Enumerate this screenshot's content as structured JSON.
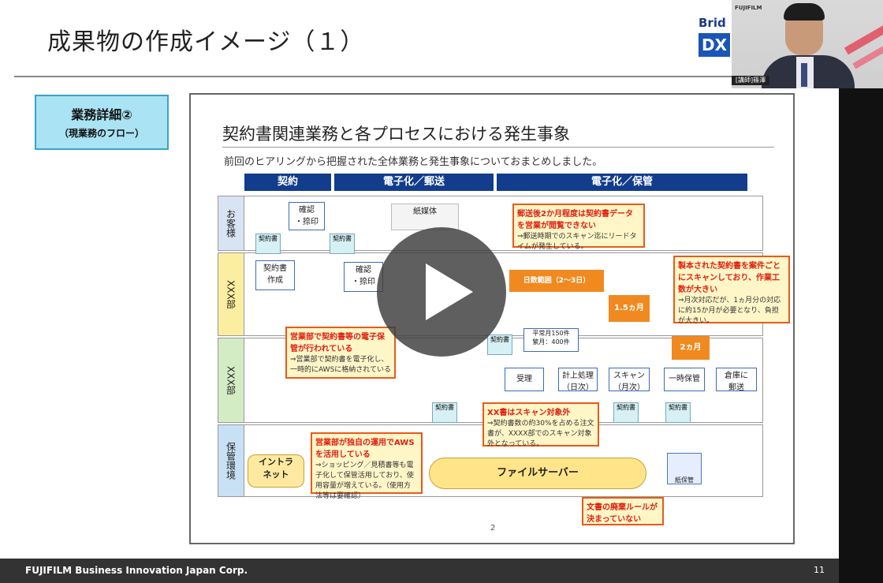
{
  "slide": {
    "title": "成果物の作成イメージ（１）",
    "badge_line1": "業務詳細②",
    "badge_line2": "（現業務のフロー）",
    "logo_brid": "Brid",
    "logo_dx": "DX",
    "footer_company": "FUJIFILM Business Innovation Japan Corp.",
    "footer_page": "11"
  },
  "webcam": {
    "nameplate": "[講師]篠澤",
    "brand": "FUJIFILM"
  },
  "inner_slide": {
    "title": "契約書関連業務と各プロセスにおける発生事象",
    "subtitle": "前回のヒアリングから把握された全体業務と発生事象についておまとめしました。",
    "phases": [
      "契約",
      "電子化／郵送",
      "電子化／保管"
    ],
    "lanes": [
      "お客様",
      "XXX部",
      "XXX部",
      "保管環境"
    ],
    "page": "2",
    "boxes": {
      "confirm_seal_1": "確認\n・捺印",
      "contract_doc": "契約書",
      "contract_create": "契約書\n作成",
      "confirm_seal_2": "確認\n・捺印",
      "receive": "受理",
      "count": "計上処理\n（日次）",
      "scan": "スキャン\n（月次）",
      "temp_store": "一時保管",
      "warehouse": "倉庫に\n郵送",
      "intranet": "イントラ\nネット",
      "file_server": "ファイルサーバー",
      "paper_store": "紙保管",
      "legend": "紙媒体",
      "volume": "平常月150件\n繁月：400件",
      "days": "日数範囲（2〜3日）",
      "months15": "1.5ヵ月",
      "months2": "2ヵ月"
    },
    "callouts": {
      "c1_title": "郵送後2か月程度は契約書データを営業が閲覧できない",
      "c1_body": "⇒郵送時期でのスキャン迄にリードタイムが発生している。",
      "c2_title": "製本された契約書を案件ごとにスキャンしており、作業工数が大きい",
      "c2_body": "⇒月次対応だが、1ヵ月分の対応に約15か月が必要となり、負担が大きい。",
      "c3_title": "営業部で契約書等の電子保管が行われている",
      "c3_body": "⇒営業部で契約書を電子化し、一時的にAWSに格納されている",
      "c4_title": "XX書はスキャン対象外",
      "c4_body": "⇒契約書数の約30%を占める注文書が、XXXX部でのスキャン対象外となっている。",
      "c5_title": "営業部が独自の運用でAWSを活用している",
      "c5_body": "⇒ショッピング／見積書等も電子化して保管活用しており、使用容量が増えている。（使用方法等は要確認）",
      "c6_title": "文書の廃棄ルールが決まっていない"
    }
  },
  "player": {
    "play_icon": "play-icon"
  }
}
